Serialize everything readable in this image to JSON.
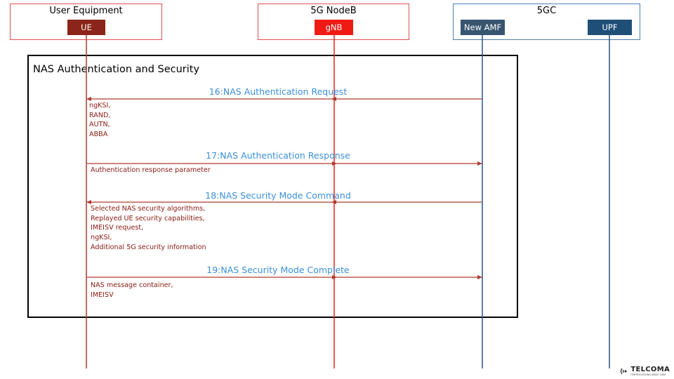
{
  "colors": {
    "ue_lifeline": "#b03a2e",
    "gnb_lifeline": "#e8201a",
    "core_lifeline": "#2c5282",
    "ue_box": "#8b2519",
    "gnb_box": "#f01a14",
    "amf_box": "#37556f",
    "upf_box": "#1f4e79",
    "message_label": "#3a8fd9",
    "params": "#8b1a12"
  },
  "groups": {
    "ue": "User Equipment",
    "gnb": "5G NodeB",
    "core": "5GC"
  },
  "nodes": {
    "ue": "UE",
    "gnb": "gNB",
    "amf": "New AMF",
    "upf": "UPF"
  },
  "frame_title": "NAS Authentication and Security",
  "messages": [
    {
      "label": "16:NAS Authentication Request",
      "from": "amf",
      "to": "ue",
      "params": [
        "ngKSI,",
        "RAND,",
        "AUTN,",
        "ABBA"
      ]
    },
    {
      "label": "17:NAS Authentication Response",
      "from": "ue",
      "to": "amf",
      "params": [
        "Authentication response parameter"
      ]
    },
    {
      "label": "18:NAS Security Mode Command",
      "from": "amf",
      "to": "ue",
      "params": [
        "Selected NAS security algorithms,",
        "Replayed UE security capabilities,",
        "IMEISV request,",
        "ngKSI,",
        "Additional 5G security information"
      ]
    },
    {
      "label": "19:NAS Security Mode Complete",
      "from": "ue",
      "to": "amf",
      "params": [
        "NAS message container,",
        "IMEISV"
      ]
    }
  ],
  "logo": {
    "name": "TELCOMA",
    "tagline": "CERTIFICATIONS SINCE 2009",
    "icon": "signal-waves-icon"
  }
}
